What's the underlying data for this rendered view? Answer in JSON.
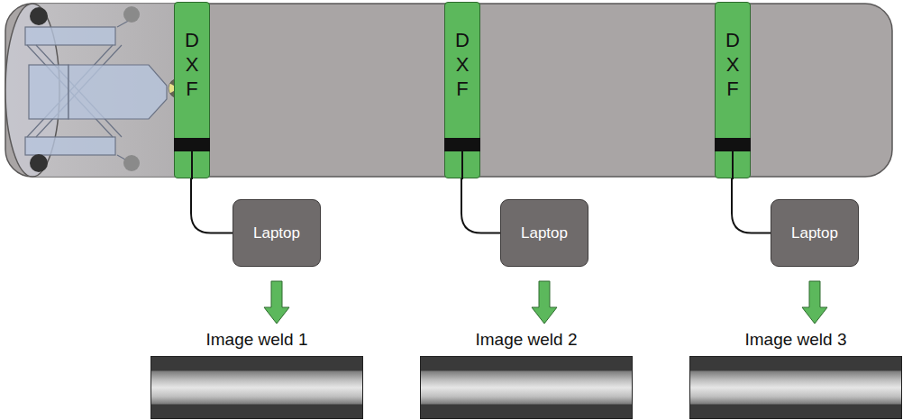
{
  "diagram": {
    "nodes": [
      {
        "text": [
          "D X F"
        ]
      },
      {
        "text": [
          "D X F"
        ]
      },
      {
        "text": [
          "D X F"
        ]
      },
      {
        "text": [
          "Laptop"
        ]
      },
      {
        "text": [
          "Laptop"
        ]
      },
      {
        "text": [
          "Laptop"
        ]
      },
      {
        "text": [
          "Image weld 1"
        ]
      },
      {
        "text": [
          "Image weld 2"
        ]
      },
      {
        "text": [
          "Image weld 3"
        ]
      }
    ],
    "edges": [
      {
        "from": 0,
        "to": 3,
        "arrow": "none"
      },
      {
        "from": 1,
        "to": 4,
        "arrow": "none"
      },
      {
        "from": 2,
        "to": 5,
        "arrow": "none"
      },
      {
        "from": 3,
        "to": 6,
        "arrow": "to"
      },
      {
        "from": 4,
        "to": 7,
        "arrow": "to"
      },
      {
        "from": 5,
        "to": 8,
        "arrow": "to"
      }
    ]
  }
}
